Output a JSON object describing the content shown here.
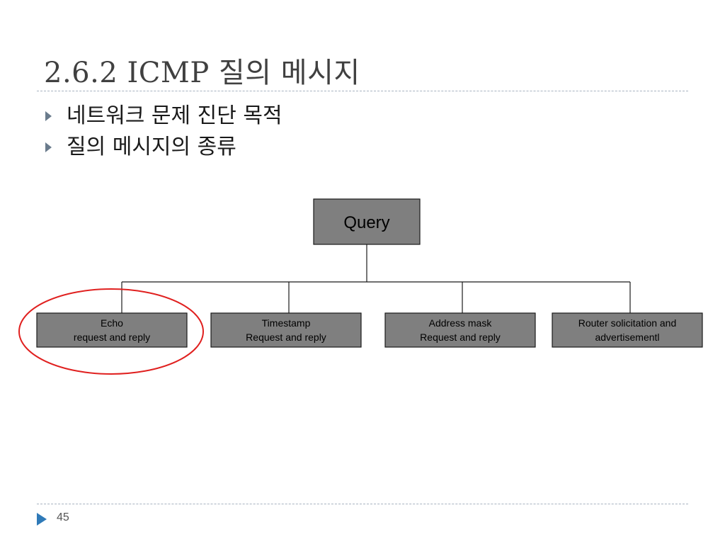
{
  "slide": {
    "title": "2.6.2 ICMP 질의 메시지",
    "bullets": [
      "네트워크 문제 진단 목적",
      "질의 메시지의 종류"
    ],
    "page_number": "45"
  },
  "diagram": {
    "root": {
      "label": "Query"
    },
    "children": [
      {
        "lines": [
          "Echo",
          "request and reply"
        ],
        "highlighted": true
      },
      {
        "lines": [
          "Timestamp",
          "Request and reply"
        ],
        "highlighted": false
      },
      {
        "lines": [
          "Address mask",
          "Request and reply"
        ],
        "highlighted": false
      },
      {
        "lines": [
          "Router solicitation and",
          "advertisementl"
        ],
        "highlighted": false
      }
    ]
  },
  "colors": {
    "node_fill": "#7f7f7f",
    "node_border": "#1a1a1a",
    "highlight": "#e0201f",
    "bullet": "#6a7b8c",
    "footer_marker": "#2f7ab8",
    "title": "#404040"
  },
  "icons": {
    "bullet": "triangle-right-icon",
    "footer": "triangle-right-icon"
  }
}
